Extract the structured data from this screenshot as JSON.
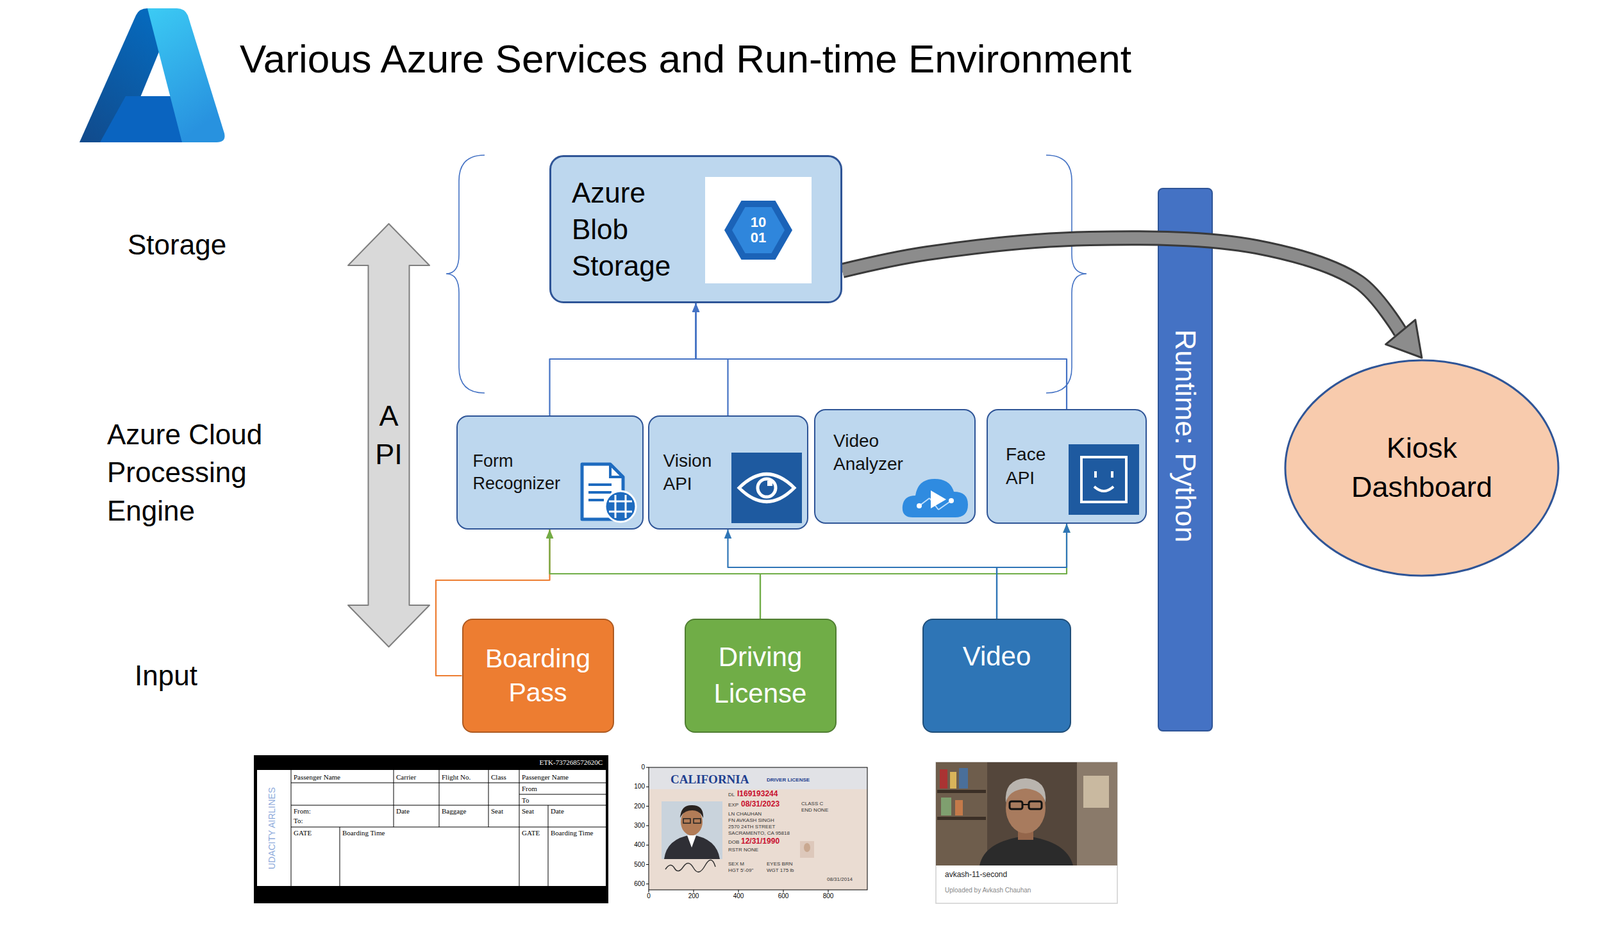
{
  "diagram": {
    "title": "Various Azure Services and Run-time Environment",
    "nodes": [
      {
        "text": [
          "Azure Blob Storage"
        ]
      },
      {
        "text": [
          "API"
        ]
      },
      {
        "text": [
          "Form Recognizer"
        ]
      },
      {
        "text": [
          "Vision API"
        ]
      },
      {
        "text": [
          "Video Analyzer"
        ]
      },
      {
        "text": [
          "Face API"
        ]
      },
      {
        "text": [
          "Runtime: Python"
        ]
      },
      {
        "text": [
          "Kiosk Dashboard"
        ]
      },
      {
        "text": [
          "Boarding Pass"
        ]
      },
      {
        "text": [
          "Driving License"
        ]
      },
      {
        "text": [
          "Video"
        ]
      }
    ],
    "edges": [
      {
        "from": 8,
        "to": 2,
        "arrow": "to"
      },
      {
        "from": 9,
        "to": 2,
        "arrow": "to"
      },
      {
        "from": 9,
        "to": 5,
        "arrow": "to"
      },
      {
        "from": 10,
        "to": 3,
        "arrow": "to"
      },
      {
        "from": 10,
        "to": 5,
        "arrow": "to"
      },
      {
        "from": 2,
        "to": 0,
        "arrow": "to"
      },
      {
        "from": 3,
        "to": 0,
        "arrow": "to"
      },
      {
        "from": 5,
        "to": 0,
        "arrow": "to"
      },
      {
        "from": 0,
        "to": 7,
        "arrow": "to"
      }
    ],
    "labels": [
      "Storage",
      "Azure Cloud Processing Engine",
      "Input",
      "10",
      "01",
      "ETK-737268572620C",
      "UDACITY AIRLINES",
      "Passenger Name",
      "Carrier",
      "Flight No.",
      "Class",
      "Passenger Name",
      "From",
      "To",
      "From:",
      "Date",
      "Baggage",
      "Seat",
      "Seat",
      "Date",
      "To:",
      "GATE",
      "Boarding Time",
      "GATE",
      "Boarding Time",
      "CALIFORNIA",
      "DRIVER LICENSE",
      "DL",
      "I169193244",
      "EXP",
      "08/31/2023",
      "CLASS C",
      "END NONE",
      "LN CHAUHAN",
      "FN AVKASH SINGH",
      "2570 24TH STREET",
      "SACRAMENTO, CA 95818",
      "DOB",
      "12/31/1990",
      "RSTR NONE",
      "SEX M",
      "HGT 5'-09\"",
      "EYES BRN",
      "WGT 175 lb",
      "08/31/2014",
      "0",
      "100",
      "200",
      "300",
      "400",
      "500",
      "600",
      "0",
      "200",
      "400",
      "600",
      "800",
      "avkash-11-second",
      "Uploaded by Avkash Chauhan"
    ]
  }
}
